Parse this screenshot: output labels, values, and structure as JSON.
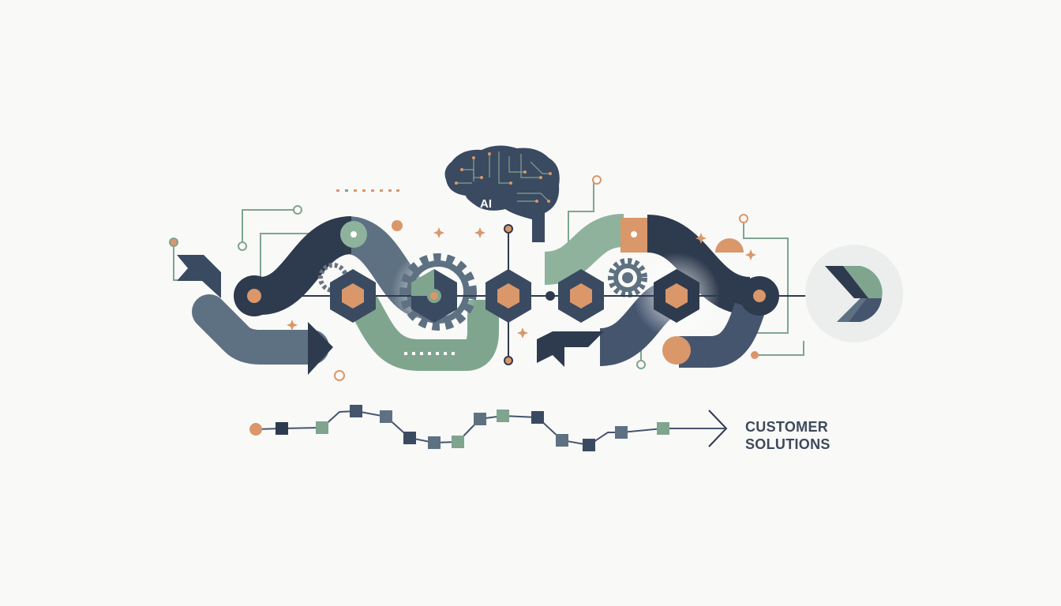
{
  "brain": {
    "label": "AI"
  },
  "caption": {
    "line1": "CUSTOMER",
    "line2": "SOLUTIONS"
  },
  "colors": {
    "navy": "#2e3b4e",
    "slate": "#45556e",
    "gray_blue": "#5e7182",
    "green": "#7fa58f",
    "orange": "#d9976a",
    "background": "#f9f9f8"
  }
}
